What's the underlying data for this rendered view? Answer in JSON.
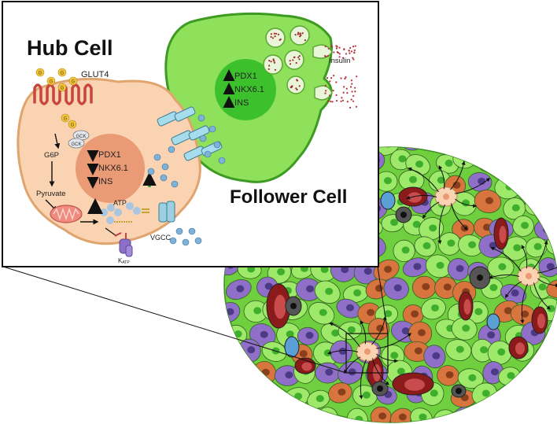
{
  "hub": {
    "title": "Hub Cell",
    "glut4": "GLUT4",
    "glucose_letter": "G",
    "gck": "GCK",
    "g6p": "G6P",
    "pyruvate": "Pyruvate",
    "atp": "ATP",
    "katp_main": "K",
    "katp_sub": "ATP",
    "vgcc": "VGCC",
    "genes": [
      "PDX1",
      "NKX6.1",
      "INS"
    ],
    "gene_arrow_color": "#d7261e"
  },
  "follower": {
    "title": "Follower Cell",
    "genes": [
      "PDX1",
      "NKX6.1",
      "INS"
    ],
    "gene_arrow_color": "#2f7d32",
    "insulin": "Insulin"
  },
  "colors": {
    "hub_cell": "#f9d3b2",
    "follower_cell": "#8fe05a",
    "follower_nucleus": "#3cc12c",
    "hub_nucleus": "#eb9a76",
    "beta_cell": "#9ee86a",
    "alpha_cell": "#8f6fc7",
    "delta_cell": "#d8743e",
    "endothelial": "#8b1a1a",
    "other": "#555555",
    "calcium_ion": "#7fb3d5"
  }
}
